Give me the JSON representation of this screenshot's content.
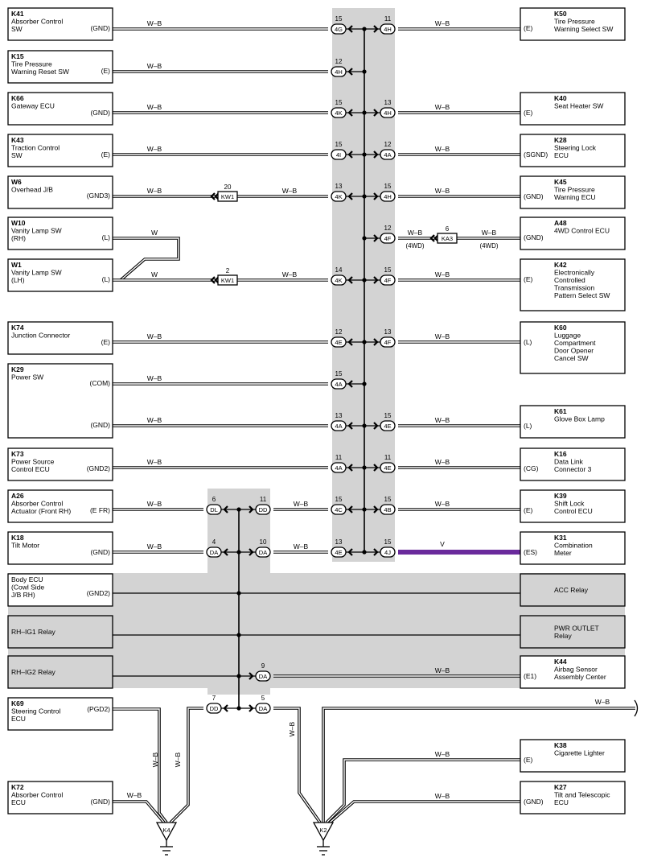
{
  "colors": {
    "wire": "#000000",
    "violet_wire": "#6a2a9c",
    "shade": "#d3d3d3",
    "box_border": "#000000"
  },
  "components": [
    {
      "id": "k41",
      "code": "K41",
      "name": [
        "Absorber Control",
        "SW"
      ],
      "terminal": "(GND)"
    },
    {
      "id": "k15",
      "code": "K15",
      "name": [
        "Tire Pressure",
        "Warning Reset SW"
      ],
      "terminal": "(E)"
    },
    {
      "id": "k66",
      "code": "K66",
      "name": [
        "Gateway ECU"
      ],
      "terminal": "(GND)"
    },
    {
      "id": "k43",
      "code": "K43",
      "name": [
        "Traction Control",
        "SW"
      ],
      "terminal": "(E)"
    },
    {
      "id": "w6",
      "code": "W6",
      "name": [
        "Overhead J/B"
      ],
      "terminal": "(GND3)"
    },
    {
      "id": "w10",
      "code": "W10",
      "name": [
        "Vanity Lamp SW",
        "(RH)"
      ],
      "terminal": "(L)"
    },
    {
      "id": "w1",
      "code": "W1",
      "name": [
        "Vanity Lamp SW",
        "(LH)"
      ],
      "terminal": "(L)"
    },
    {
      "id": "k74",
      "code": "K74",
      "name": [
        "Junction Connector"
      ],
      "terminal": "(E)"
    },
    {
      "id": "k29",
      "code": "K29",
      "name": [
        "Power SW"
      ],
      "terminal": "(COM)",
      "terminal2": "(GND)"
    },
    {
      "id": "k73",
      "code": "K73",
      "name": [
        "Power Source",
        "Control ECU"
      ],
      "terminal": "(GND2)"
    },
    {
      "id": "a26",
      "code": "A26",
      "name": [
        "Absorber Control",
        "Actuator (Front RH)"
      ],
      "terminal": "(E FR)"
    },
    {
      "id": "k18",
      "code": "K18",
      "name": [
        "Tilt Motor"
      ],
      "terminal": "(GND)"
    },
    {
      "id": "body-ecu",
      "code": "",
      "name": [
        "Body ECU",
        "(Cowl Side",
        " J/B RH)"
      ],
      "terminal": "(GND2)"
    },
    {
      "id": "rh-ig1",
      "code": "",
      "name": [
        "RH–IG1 Relay"
      ],
      "terminal": ""
    },
    {
      "id": "rh-ig2",
      "code": "",
      "name": [
        "RH–IG2 Relay"
      ],
      "terminal": ""
    },
    {
      "id": "k69",
      "code": "K69",
      "name": [
        "Steering Control",
        "ECU"
      ],
      "terminal": "(PGD2)"
    },
    {
      "id": "k72",
      "code": "K72",
      "name": [
        "Absorber Control",
        "ECU"
      ],
      "terminal": "(GND)"
    },
    {
      "id": "k50",
      "code": "K50",
      "name": [
        "Tire Pressure",
        "Warning Select SW"
      ],
      "terminal": "(E)"
    },
    {
      "id": "k40",
      "code": "K40",
      "name": [
        "Seat Heater SW"
      ],
      "terminal": "(E)"
    },
    {
      "id": "k28",
      "code": "K28",
      "name": [
        "Steering Lock",
        "ECU"
      ],
      "terminal": "(SGND)"
    },
    {
      "id": "k45",
      "code": "K45",
      "name": [
        "Tire Pressure",
        "Warning ECU"
      ],
      "terminal": "(GND)"
    },
    {
      "id": "a48",
      "code": "A48",
      "name": [
        "4WD Control ECU"
      ],
      "terminal": "(GND)"
    },
    {
      "id": "k42",
      "code": "K42",
      "name": [
        "Electronically",
        "Controlled",
        "Transmission",
        "Pattern Select SW"
      ],
      "terminal": "(E)"
    },
    {
      "id": "k60",
      "code": "K60",
      "name": [
        "Luggage",
        "Compartment",
        "Door Opener",
        "Cancel SW"
      ],
      "terminal": "(L)"
    },
    {
      "id": "k61",
      "code": "K61",
      "name": [
        "Glove Box Lamp"
      ],
      "terminal": "(L)"
    },
    {
      "id": "k16",
      "code": "K16",
      "name": [
        "Data Link",
        "Connector 3"
      ],
      "terminal": "(CG)"
    },
    {
      "id": "k39",
      "code": "K39",
      "name": [
        "Shift Lock",
        "Control ECU"
      ],
      "terminal": "(E)"
    },
    {
      "id": "k31",
      "code": "K31",
      "name": [
        "Combination",
        "Meter"
      ],
      "terminal": "(ES)"
    },
    {
      "id": "acc-relay",
      "code": "",
      "name": [
        "ACC Relay"
      ],
      "terminal": ""
    },
    {
      "id": "pwr-outlet",
      "code": "",
      "name": [
        "PWR OUTLET",
        "Relay"
      ],
      "terminal": ""
    },
    {
      "id": "k44",
      "code": "K44",
      "name": [
        "Airbag Sensor",
        "Assembly Center"
      ],
      "terminal": "(E1)"
    },
    {
      "id": "k38",
      "code": "K38",
      "name": [
        "Cigarette Lighter"
      ],
      "terminal": "(E)"
    },
    {
      "id": "k27",
      "code": "K27",
      "name": [
        "Tilt and Telescopic",
        "ECU"
      ],
      "terminal": "(GND)"
    }
  ],
  "connectors": [
    {
      "id": "c-4g",
      "code": "4G",
      "pin": "15"
    },
    {
      "id": "c-4h-1",
      "code": "4H",
      "pin": "11"
    },
    {
      "id": "c-4h-2",
      "code": "4H",
      "pin": "12"
    },
    {
      "id": "c-4k-1",
      "code": "4K",
      "pin": "15"
    },
    {
      "id": "c-4h-3",
      "code": "4H",
      "pin": "13"
    },
    {
      "id": "c-4i",
      "code": "4I",
      "pin": "15"
    },
    {
      "id": "c-4a-1",
      "code": "4A",
      "pin": "12"
    },
    {
      "id": "c-4k-2",
      "code": "4K",
      "pin": "13"
    },
    {
      "id": "c-4h-4",
      "code": "4H",
      "pin": "15"
    },
    {
      "id": "c-4f-1",
      "code": "4F",
      "pin": "12"
    },
    {
      "id": "c-4k-3",
      "code": "4K",
      "pin": "14"
    },
    {
      "id": "c-4f-2",
      "code": "4F",
      "pin": "15"
    },
    {
      "id": "c-4e-1",
      "code": "4E",
      "pin": "12"
    },
    {
      "id": "c-4f-3",
      "code": "4F",
      "pin": "13"
    },
    {
      "id": "c-4a-2",
      "code": "4A",
      "pin": "15"
    },
    {
      "id": "c-4a-3",
      "code": "4A",
      "pin": "13"
    },
    {
      "id": "c-4e-2",
      "code": "4E",
      "pin": "15"
    },
    {
      "id": "c-4a-4",
      "code": "4A",
      "pin": "11"
    },
    {
      "id": "c-4e-3",
      "code": "4E",
      "pin": "11"
    },
    {
      "id": "c-4c",
      "code": "4C",
      "pin": "15"
    },
    {
      "id": "c-4b",
      "code": "4B",
      "pin": "15"
    },
    {
      "id": "c-4e-4",
      "code": "4E",
      "pin": "13"
    },
    {
      "id": "c-4j",
      "code": "4J",
      "pin": "15"
    },
    {
      "id": "c-dl",
      "code": "DL",
      "pin": "6"
    },
    {
      "id": "c-dd-1",
      "code": "DD",
      "pin": "11"
    },
    {
      "id": "c-da-1",
      "code": "DA",
      "pin": "4"
    },
    {
      "id": "c-da-2",
      "code": "DA",
      "pin": "10"
    },
    {
      "id": "c-da-3",
      "code": "DA",
      "pin": "9"
    },
    {
      "id": "c-dd-2",
      "code": "DD",
      "pin": "7"
    },
    {
      "id": "c-da-4",
      "code": "DA",
      "pin": "5"
    }
  ],
  "inline_connectors": [
    {
      "id": "kw1-a",
      "code": "KW1",
      "pin": "20"
    },
    {
      "id": "kw1-b",
      "code": "KW1",
      "pin": "2"
    },
    {
      "id": "ka3",
      "code": "KA3",
      "pin": "6"
    }
  ],
  "wire_colors": {
    "wb": "W–B",
    "w": "W",
    "v": "V"
  },
  "variant_note": "(4WD)",
  "grounds": [
    {
      "id": "k4",
      "code": "K4"
    },
    {
      "id": "k2",
      "code": "K2"
    }
  ]
}
